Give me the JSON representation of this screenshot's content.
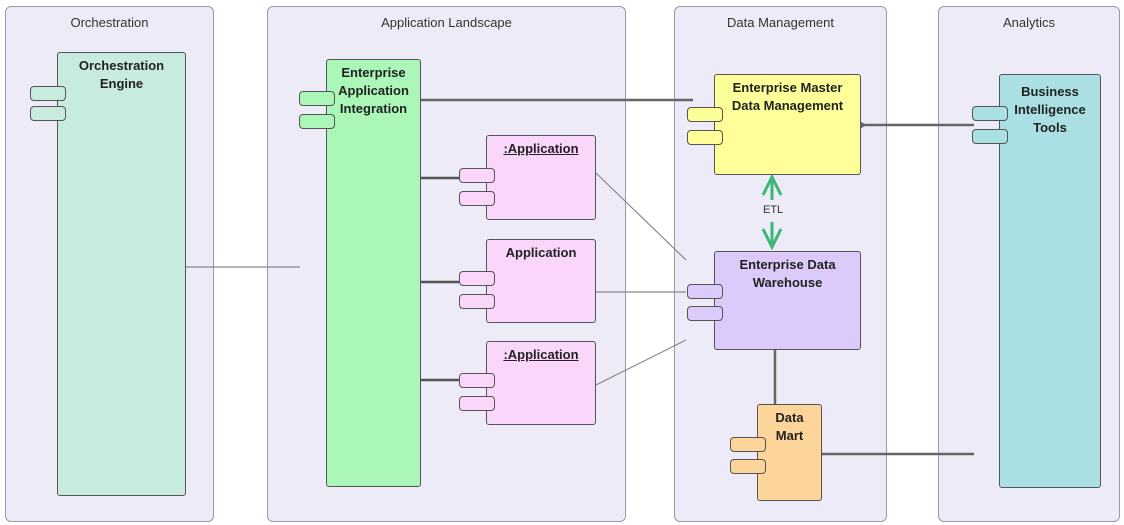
{
  "lanes": {
    "orchestration": "Orchestration",
    "application_landscape": "Application Landscape",
    "data_management": "Data Management",
    "analytics": "Analytics"
  },
  "components": {
    "orchestration_engine": "Orchestration\nEngine",
    "enterprise_application_integration": "Enterprise\nApplication\nIntegration",
    "application_1": ":Application",
    "application_2": "Application",
    "application_3": ":Application",
    "enterprise_master_data_management": "Enterprise Master\nData Management",
    "enterprise_data_warehouse": "Enterprise Data\nWarehouse",
    "data_mart": "Data\nMart",
    "business_intelligence_tools": "Business\nIntelligence\nTools"
  },
  "connectors": {
    "etl_label": "ETL"
  },
  "colors": {
    "lane_background": "#ecebf7",
    "orchestration_engine": "#c8ebe0",
    "integration": "#aaf7b8",
    "application": "#fbd6fb",
    "master_data": "#ffff99",
    "data_warehouse": "#dccbfa",
    "data_mart": "#fdd59a",
    "bi_tools": "#aadfe3",
    "etl_arrow": "#3bb873"
  }
}
